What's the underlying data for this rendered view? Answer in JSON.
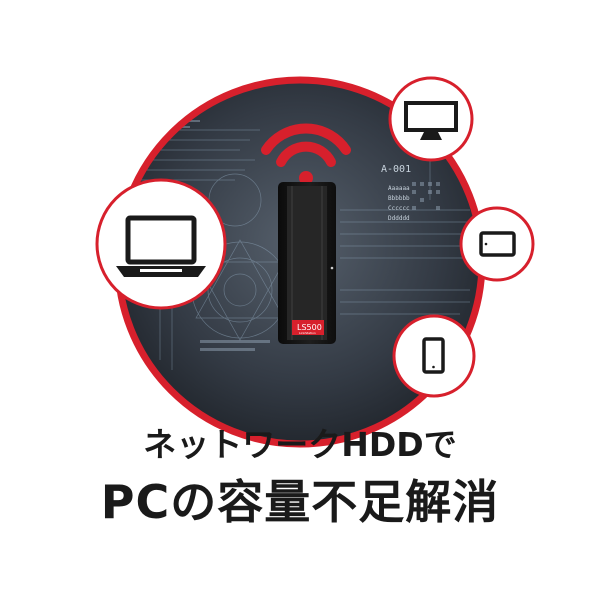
{
  "headline": {
    "subtitle": "ネットワークHDDで",
    "title": "PCの容量不足解消"
  },
  "device": {
    "model_label": "LS500",
    "model_sublabel": "LinkStation"
  },
  "screen_labels": {
    "code": "A-001",
    "row1": "Aaaaaa",
    "row2": "Bbbbbb",
    "row3": "Cccccc",
    "row4": "Dddddd"
  },
  "connected_devices": [
    {
      "name": "laptop-icon"
    },
    {
      "name": "monitor-icon"
    },
    {
      "name": "tablet-icon"
    },
    {
      "name": "smartphone-icon"
    }
  ],
  "colors": {
    "accent_red": "#d7202c",
    "dark_bg": "#2b323b",
    "device_black": "#141414",
    "headline_text": "#1a1a1a"
  }
}
